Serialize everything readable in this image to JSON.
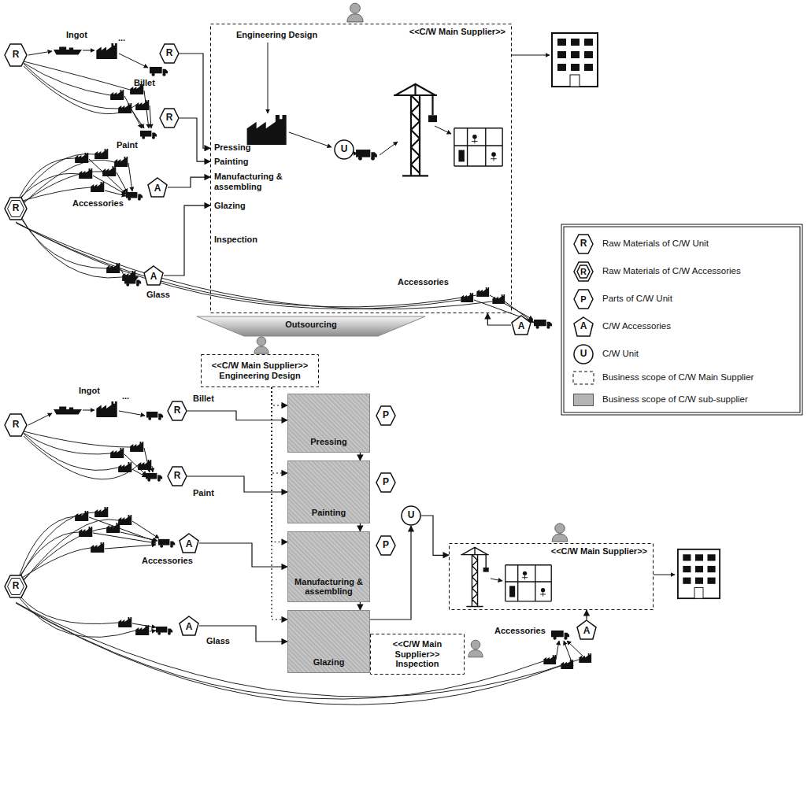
{
  "diagram": {
    "nodes": [
      {
        "text": [
          "R"
        ]
      },
      {
        "text": [
          "R"
        ]
      },
      {
        "text": [
          "R"
        ]
      },
      {
        "text": [
          "R"
        ]
      },
      {
        "text": [
          "A"
        ]
      },
      {
        "text": [
          "A"
        ]
      },
      {
        "text": [
          "<<C/W Main Supplier>>"
        ]
      },
      {
        "text": [
          "U"
        ],
        "in": 6
      },
      {
        "text": [
          "A"
        ]
      },
      {
        "text": [
          "R"
        ]
      },
      {
        "text": [
          "R"
        ]
      },
      {
        "text": [
          "R"
        ]
      },
      {
        "text": [
          "R"
        ]
      },
      {
        "text": [
          "A"
        ]
      },
      {
        "text": [
          "A"
        ]
      },
      {
        "text": [
          "<<C/W Main Supplier>>",
          "Engineering Design"
        ]
      },
      {
        "text": [
          "Pressing"
        ]
      },
      {
        "text": [
          "P"
        ]
      },
      {
        "text": [
          "Painting"
        ]
      },
      {
        "text": [
          "P"
        ]
      },
      {
        "text": [
          "Manufacturing & assembling"
        ]
      },
      {
        "text": [
          "P"
        ]
      },
      {
        "text": [
          "Glazing"
        ]
      },
      {
        "text": [
          "<<C/W Main Supplier>>",
          "Inspection"
        ]
      },
      {
        "text": [
          "U"
        ]
      },
      {
        "text": [
          "<<C/W Main Supplier>>"
        ]
      },
      {
        "text": [
          "A"
        ]
      }
    ],
    "edges": [
      {
        "from": 1,
        "to": 6,
        "arrow": "to"
      },
      {
        "from": 2,
        "to": 6,
        "arrow": "to"
      },
      {
        "from": 4,
        "to": 6,
        "arrow": "to"
      },
      {
        "from": 5,
        "to": 6,
        "arrow": "to"
      },
      {
        "from": 8,
        "to": 6,
        "arrow": "to"
      },
      {
        "from": 10,
        "to": 16,
        "arrow": "to"
      },
      {
        "from": 11,
        "to": 18,
        "arrow": "to"
      },
      {
        "from": 13,
        "to": 20,
        "arrow": "to"
      },
      {
        "from": 14,
        "to": 22,
        "arrow": "to"
      },
      {
        "from": 15,
        "to": 16,
        "arrow": "to"
      },
      {
        "from": 15,
        "to": 18,
        "arrow": "to"
      },
      {
        "from": 15,
        "to": 20,
        "arrow": "to"
      },
      {
        "from": 15,
        "to": 22,
        "arrow": "to"
      },
      {
        "from": 16,
        "to": 18,
        "arrow": "to"
      },
      {
        "from": 18,
        "to": 20,
        "arrow": "to"
      },
      {
        "from": 20,
        "to": 22,
        "arrow": "to"
      },
      {
        "from": 22,
        "to": 24,
        "arrow": "to"
      },
      {
        "from": 24,
        "to": 25,
        "arrow": "to"
      },
      {
        "from": 26,
        "to": 25,
        "arrow": "to"
      }
    ],
    "labels": [
      "Ingot",
      "Billet",
      "Paint",
      "Accessories",
      "Glass",
      "Engineering Design",
      "Pressing",
      "Painting",
      "Manufacturing & assembling",
      "Glazing",
      "Inspection",
      "Accessories",
      "Outsourcing",
      "Ingot",
      "Billet",
      "Paint",
      "Accessories",
      "Glass",
      "Accessories",
      "R",
      "R",
      "P",
      "A",
      "U",
      "...",
      "..."
    ],
    "legend": [
      {
        "text": "Raw Materials of C/W Unit"
      },
      {
        "text": "Raw Materials of C/W Accessories"
      },
      {
        "text": "Parts of C/W Unit"
      },
      {
        "text": "C/W Accessories"
      },
      {
        "text": "C/W Unit"
      },
      {
        "text": "Business scope of C/W Main Supplier"
      },
      {
        "text": "Business scope of C/W sub-supplier",
        "color": "#b4b4b4"
      }
    ]
  }
}
